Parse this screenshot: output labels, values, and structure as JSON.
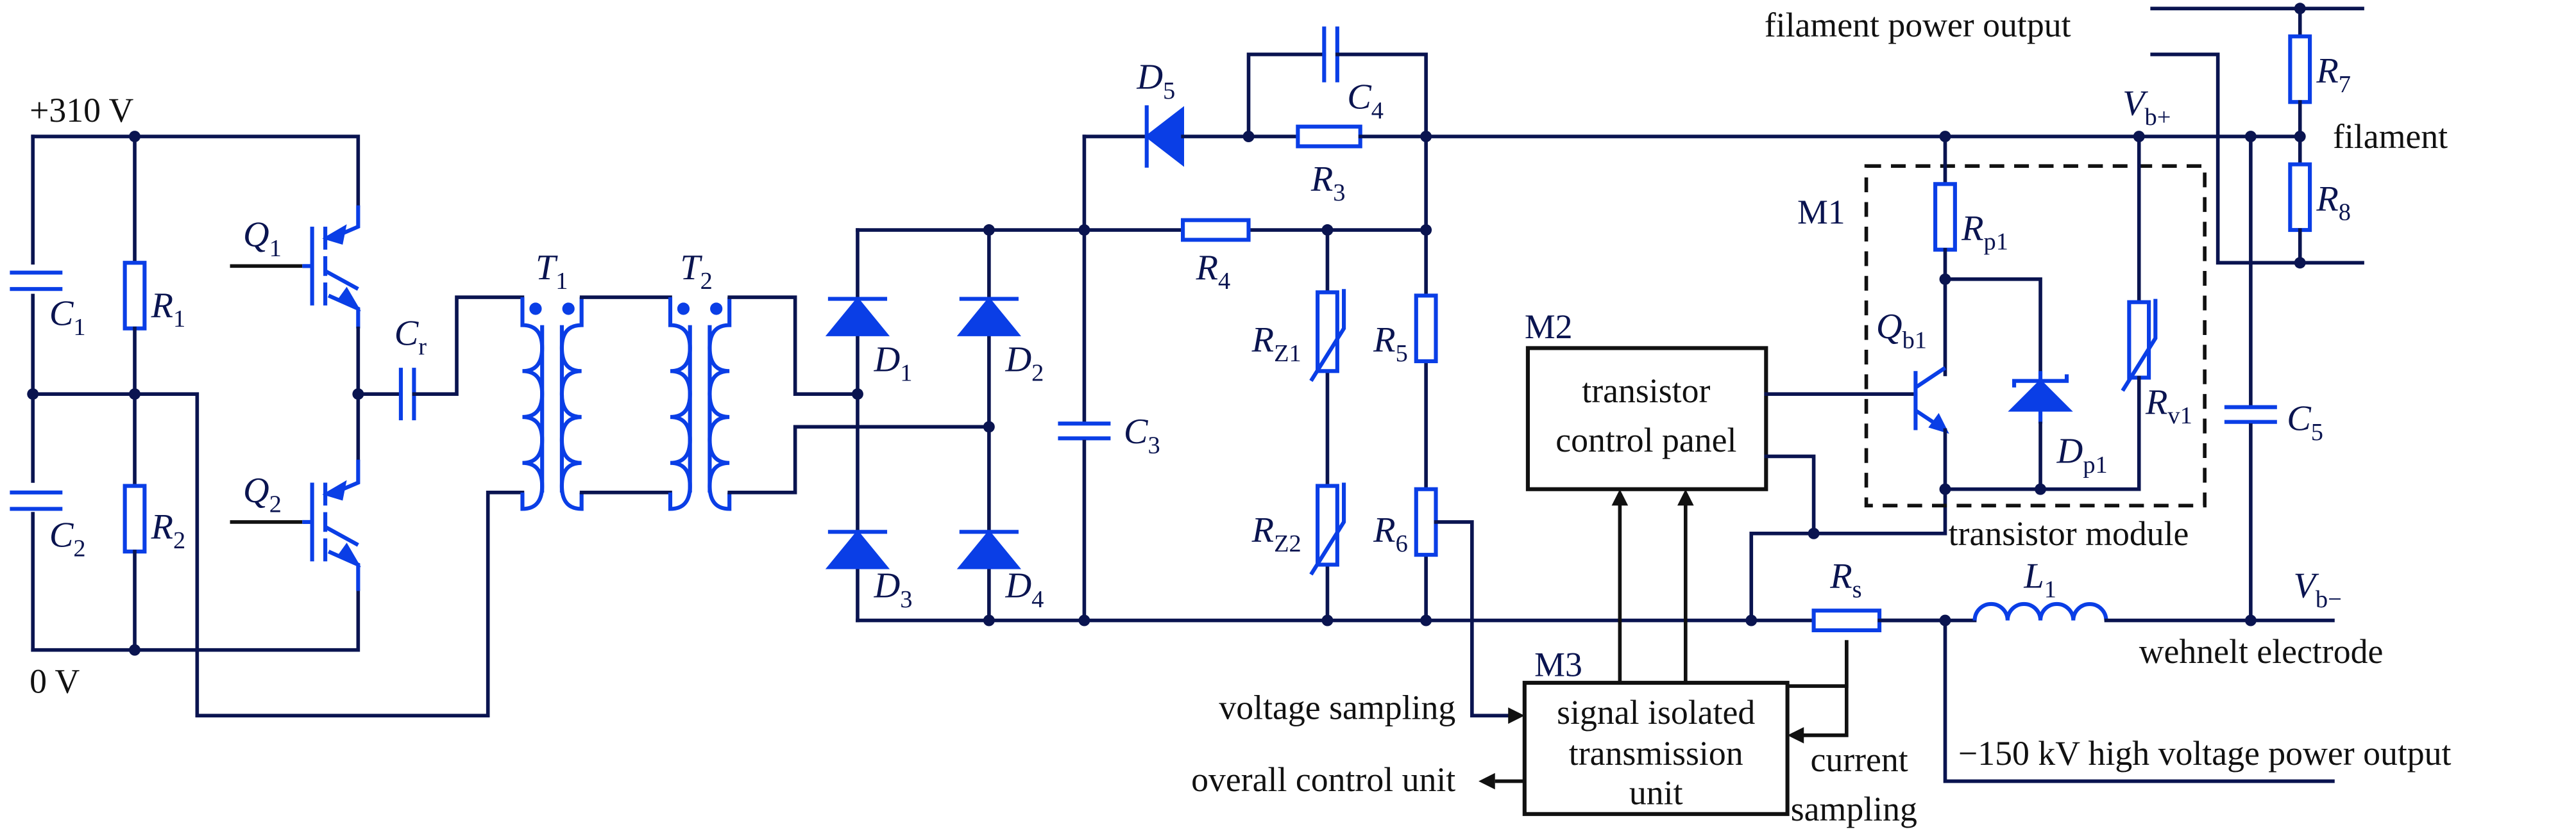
{
  "supply": {
    "top": "+310 V",
    "bottom": "0 V"
  },
  "components": {
    "C1": {
      "sym": "C",
      "sub": "1"
    },
    "C2": {
      "sym": "C",
      "sub": "2"
    },
    "R1": {
      "sym": "R",
      "sub": "1"
    },
    "R2": {
      "sym": "R",
      "sub": "2"
    },
    "Q1": {
      "sym": "Q",
      "sub": "1"
    },
    "Q2": {
      "sym": "Q",
      "sub": "2"
    },
    "Cr": {
      "sym": "C",
      "sub": "r"
    },
    "T1": {
      "sym": "T",
      "sub": "1"
    },
    "T2": {
      "sym": "T",
      "sub": "2"
    },
    "D1": {
      "sym": "D",
      "sub": "1"
    },
    "D2": {
      "sym": "D",
      "sub": "2"
    },
    "D3": {
      "sym": "D",
      "sub": "3"
    },
    "D4": {
      "sym": "D",
      "sub": "4"
    },
    "D5": {
      "sym": "D",
      "sub": "5"
    },
    "C3": {
      "sym": "C",
      "sub": "3"
    },
    "C4": {
      "sym": "C",
      "sub": "4"
    },
    "C5": {
      "sym": "C",
      "sub": "5"
    },
    "R3": {
      "sym": "R",
      "sub": "3"
    },
    "R4": {
      "sym": "R",
      "sub": "4"
    },
    "R5": {
      "sym": "R",
      "sub": "5"
    },
    "R6": {
      "sym": "R",
      "sub": "6"
    },
    "R7": {
      "sym": "R",
      "sub": "7"
    },
    "R8": {
      "sym": "R",
      "sub": "8"
    },
    "RZ1": {
      "sym": "R",
      "sub": "Z1"
    },
    "RZ2": {
      "sym": "R",
      "sub": "Z2"
    },
    "Rp1": {
      "sym": "R",
      "sub": "p1"
    },
    "Rv1": {
      "sym": "R",
      "sub": "v1"
    },
    "Qb1": {
      "sym": "Q",
      "sub": "b1"
    },
    "Dp1": {
      "sym": "D",
      "sub": "p1"
    },
    "Rs": {
      "sym": "R",
      "sub": "s"
    },
    "L1": {
      "sym": "L",
      "sub": "1"
    },
    "Vbp": {
      "sym": "V",
      "sub": "b+"
    },
    "Vbm": {
      "sym": "V",
      "sub": "b−"
    }
  },
  "modules": {
    "M1": "M1",
    "M2": "M2",
    "M3": "M3",
    "m2_box": [
      "transistor",
      "control panel"
    ],
    "m3_box": [
      "signal isolated",
      "transmission",
      "unit"
    ],
    "m1_caption": "transistor module"
  },
  "labels": {
    "filament_power_output": "filament power output",
    "filament": "filament",
    "wehnelt": "wehnelt electrode",
    "hv_output": "−150 kV high voltage power output",
    "voltage_sampling": "voltage sampling",
    "overall_control": "overall control unit",
    "current": "current",
    "sampling": "sampling"
  }
}
